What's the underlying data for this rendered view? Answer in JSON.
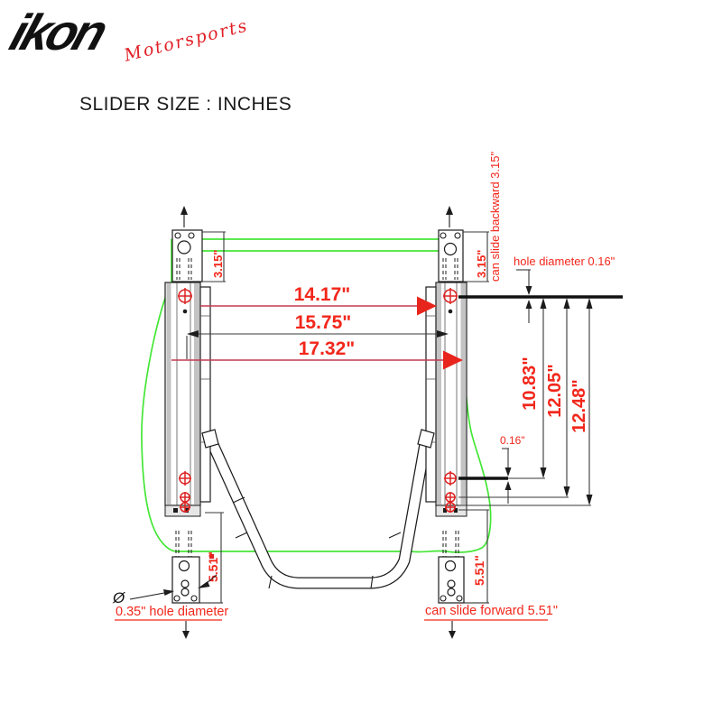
{
  "header": {
    "logo_main": "ikon",
    "logo_sub": "Motorsports",
    "title": "SLIDER SIZE : INCHES"
  },
  "colors": {
    "label_red": "#f1271b",
    "dimension_line_red": "#c43a52",
    "arrow_red": "#e8251d",
    "seat_outline_green": "#44e636",
    "drawing_black": "#1c1c1c"
  },
  "labels": {
    "width_inner": "14.17\"",
    "width_mid": "15.75\"",
    "width_outer": "17.32\"",
    "slide_back_left": "3.15\"",
    "slide_back_right": "3.15\"",
    "slide_back_note": "can slide backward 3.15\"",
    "hole_top_note": "hole diameter 0.16\"",
    "height_inner": "10.83\"",
    "height_mid": "12.05\"",
    "height_outer": "12.48\"",
    "hole_small": "0.16\"",
    "slide_fwd_left": "5.51\"",
    "slide_fwd_right": "5.51\"",
    "slide_fwd_note": "can slide forward 5.51\"",
    "hole_bottom_note": "0.35\" hole diameter",
    "diameter_symbol": "Ø"
  }
}
